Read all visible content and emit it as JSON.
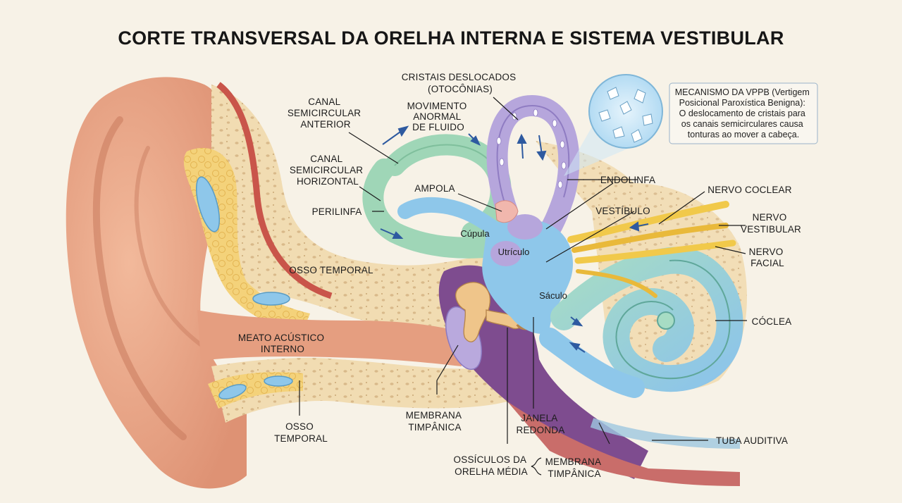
{
  "title": "CORTE TRANSVERSAL DA ORELHA INTERNA E SISTEMA VESTIBULAR",
  "labels": {
    "cristais": [
      "CRISTAIS DESLOCADOS",
      "(OTOCÔNIAS)"
    ],
    "canal_anterior": [
      "CANAL",
      "SEMICIRCULAR",
      "ANTERIOR"
    ],
    "movimento": [
      "MOVIMENTO",
      "ANORMAL",
      "DE FLUIDO"
    ],
    "canal_horizontal": [
      "CANAL",
      "SEMICIRCULAR",
      "HORIZONTAL"
    ],
    "ampola": "AMPOLA",
    "perilinfa": "PERILINFA",
    "cupula": "Cúpula",
    "utriculo": "Utrículo",
    "saculo": "Sáculo",
    "osso_temporal_top": "OSSO TEMPORAL",
    "endolinfa": "ENDOLINFA",
    "nervo_coclear": "NERVO COCLEAR",
    "vestibulo": "VESTÍBULO",
    "nervo_vestibular": [
      "NERVO",
      "VESTIBULAR"
    ],
    "nervo_facial": [
      "NERVO",
      "FACIAL"
    ],
    "coclea": "CÓCLEA",
    "meato": [
      "MEATO ACÚSTICO",
      "INTERNO"
    ],
    "osso_temporal_bottom": [
      "OSSO",
      "TEMPORAL"
    ],
    "membrana_timpanica": [
      "MEMBRANA",
      "TIMPÂNICA"
    ],
    "janela_redonda": [
      "JANELA",
      "REDONDA"
    ],
    "tuba_auditiva": "TUBA AUDITIVA",
    "ossiculos": [
      "OSSÍCULOS DA",
      "ORELHA MÉDIA"
    ],
    "membrana_timpanica_2": [
      "MEMBRANA",
      "TIMPÂNICA"
    ]
  },
  "info_box": {
    "lines": [
      "MECANISMO DA VPPB (Vertigem",
      "Posicional Paroxística Benigna):",
      "O deslocamento de cristais para",
      "os canais semicirculares causa",
      "tonturas ao mover a cabeça."
    ]
  },
  "colors": {
    "background": "#f7f2e7",
    "skin": "#e9a98c",
    "bone": "#f2deb5",
    "fat": "#f4d27a",
    "fluid_blue": "#8ec7ea",
    "canal_green": "#9fd6b7",
    "canal_purple": "#b6a6dc",
    "nerve_yellow": "#f1c94a",
    "middle_ear_purple": "#7e4c8f"
  }
}
